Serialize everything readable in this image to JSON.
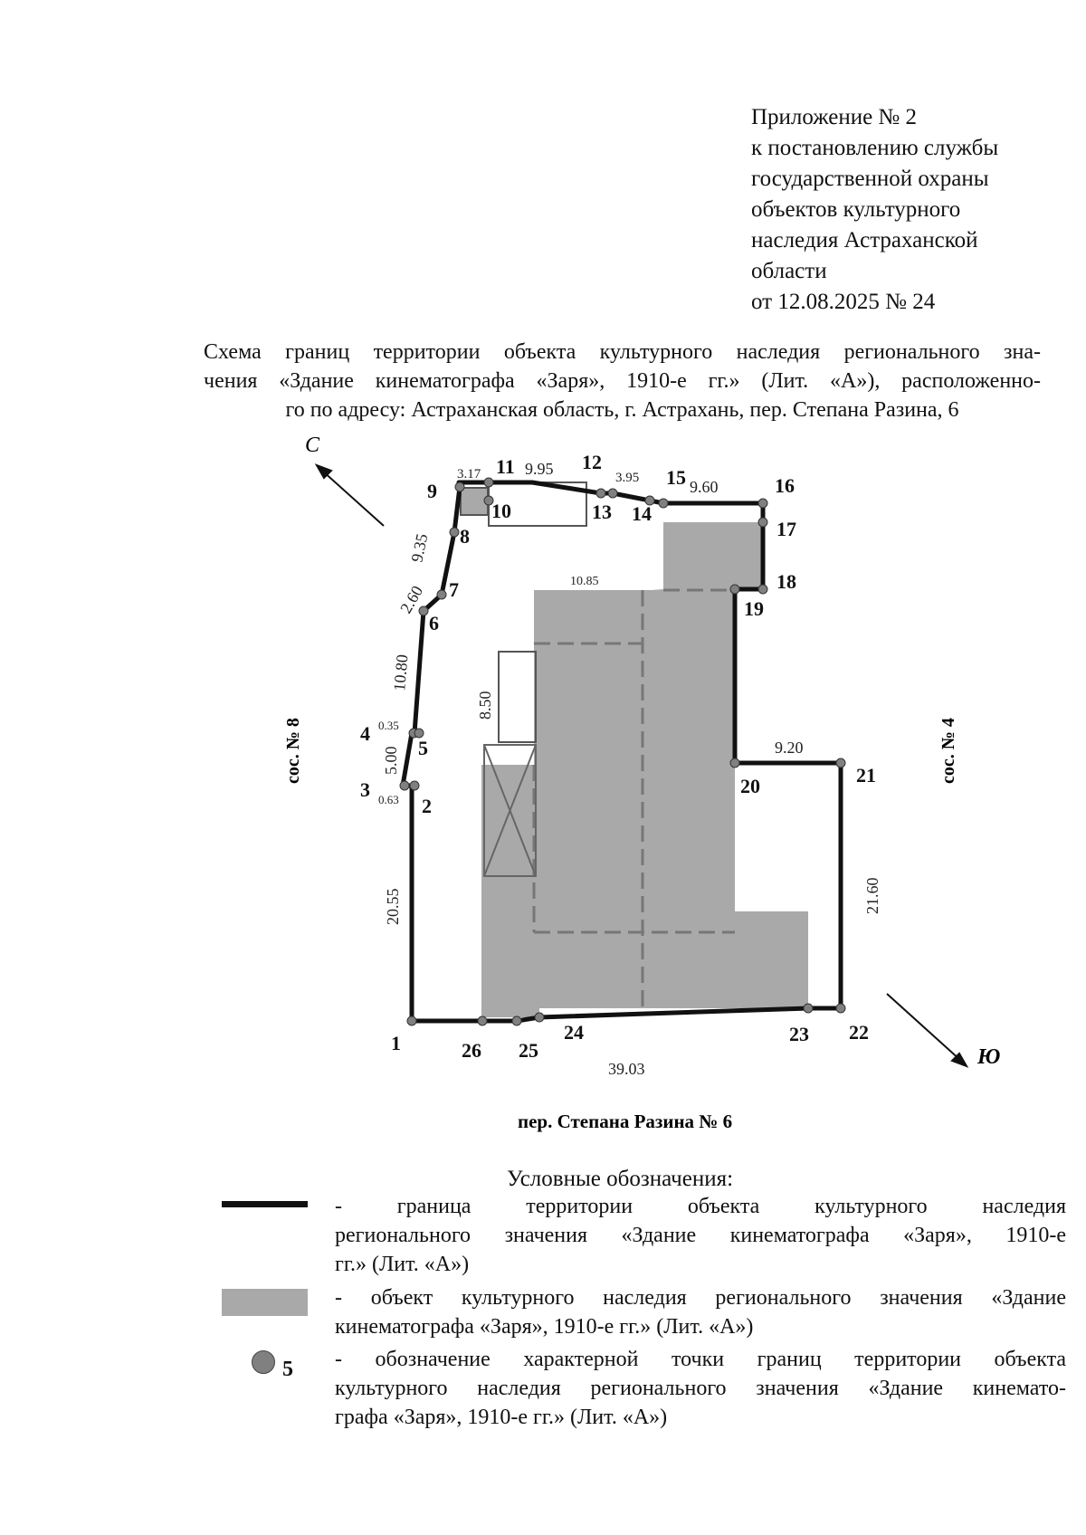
{
  "appendix": {
    "lines": [
      "Приложение № 2",
      "к постановлению службы",
      "государственной охраны",
      "объектов культурного",
      "наследия Астраханской",
      "области",
      "от 12.08.2025 № 24"
    ]
  },
  "title": {
    "line1": "Схема границ территории объекта культурного наследия регионального зна-",
    "line2": "чения «Здание кинематографа «Заря», 1910-е гг.» (Лит. «А»), расположенно-",
    "line3": "го по адресу: Астраханская область, г. Астрахань, пер. Степана Разина, 6"
  },
  "plan": {
    "compass_north": "С",
    "compass_south": "Ю",
    "left_neighbor": "сос. № 8",
    "right_neighbor": "сос. № 4",
    "street": "пер. Степана Разина № 6",
    "points": [
      "1",
      "2",
      "3",
      "4",
      "5",
      "6",
      "7",
      "8",
      "9",
      "10",
      "11",
      "12",
      "13",
      "14",
      "15",
      "16",
      "17",
      "18",
      "19",
      "20",
      "21",
      "22",
      "23",
      "24",
      "25",
      "26"
    ],
    "dimensions": {
      "d9_11": "3.17",
      "d11_12": "9.95",
      "d13_15": "3.95",
      "d15_16": "9.60",
      "d8_9": "9.35",
      "d6_7": "2.60",
      "d5_6": "10.80",
      "d4_5": "0.35",
      "d2_5": "5.00",
      "d2_3": "0.63",
      "d1_2": "20.55",
      "d1_22": "39.03",
      "d20_21": "9.20",
      "d21_22": "21.60",
      "inner_top": "10.85",
      "inner_side": "8.50"
    }
  },
  "legend": {
    "title": "Условные обозначения:",
    "item1": {
      "line1": "- граница территории объекта культурного наследия",
      "line2": "регионального значения «Здание кинематографа «Заря», 1910-е",
      "line3": "гг.» (Лит. «А»)"
    },
    "item2": {
      "line1": "- объект культурного наследия регионального значения «Здание",
      "line2": "кинематографа «Заря», 1910-е гг.» (Лит. «А»)"
    },
    "item3": {
      "line1": "- обозначение характерной точки границ территории объекта",
      "line2": "культурного наследия регионального значения «Здание кинемато-",
      "line3": "графа «Заря», 1910-е гг.» (Лит. «А»)",
      "sample_label": "5"
    }
  },
  "colors": {
    "building": "#a9a9a9",
    "boundary": "#111111",
    "point": "#808080"
  }
}
